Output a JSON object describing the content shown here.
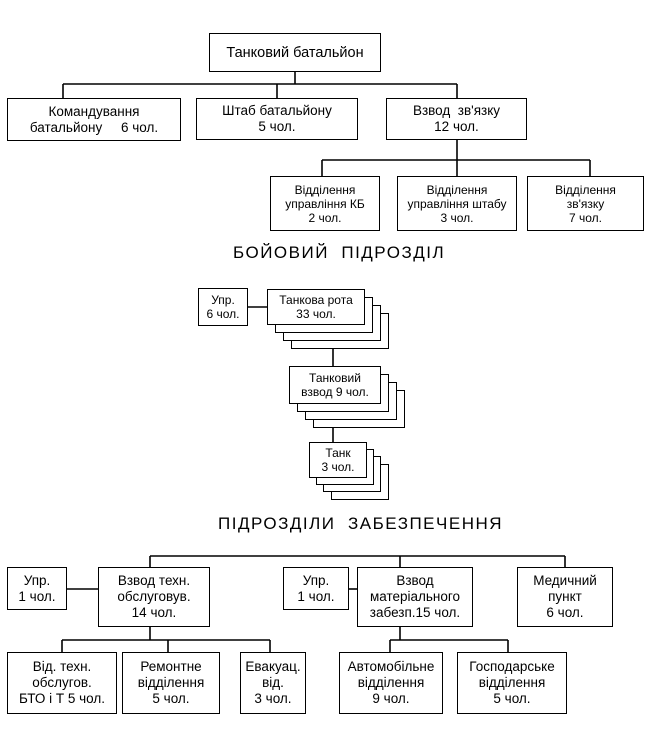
{
  "top": {
    "battalion": "Танковий батальйон",
    "command": {
      "l1": "Командування",
      "l2": "батальйону     6 чол."
    },
    "hq": {
      "l1": "Штаб батальйону",
      "l2": "5 чол."
    },
    "signal": {
      "l1": "Взвод  зв'язку",
      "l2": "12 чол."
    },
    "signal_sub": [
      {
        "l1": "Відділення",
        "l2": "управління КБ",
        "l3": "2 чол."
      },
      {
        "l1": "Відділення",
        "l2": "управління штабу",
        "l3": "3 чол."
      },
      {
        "l1": "Відділення",
        "l2": "зв'язку",
        "l3": "7 чол."
      }
    ]
  },
  "combat": {
    "heading": "БОЙОВИЙ  ПІДРОЗДІЛ",
    "mgmt": {
      "l1": "Упр.",
      "l2": "6 чол."
    },
    "company": {
      "l1": "Танкова рота",
      "l2": "33 чол."
    },
    "platoon": {
      "l1": "Танковий",
      "l2": "взвод 9 чол."
    },
    "tank": {
      "l1": "Танк",
      "l2": "3 чол."
    }
  },
  "support": {
    "heading": "ПІДРОЗДІЛИ  ЗАБЕЗПЕЧЕННЯ",
    "mgmt1": {
      "l1": "Упр.",
      "l2": "1 чол."
    },
    "maint": {
      "l1": "Взвод техн.",
      "l2": "обслуговув.",
      "l3": "14 чол."
    },
    "mgmt2": {
      "l1": "Упр.",
      "l2": "1 чол."
    },
    "supply": {
      "l1": "Взвод",
      "l2": "матеріального",
      "l3": "забезп.15 чол."
    },
    "medical": {
      "l1": "Медичний",
      "l2": "пункт",
      "l3": "6 чол."
    },
    "maint_sub": [
      {
        "l1": "Від. техн.",
        "l2": "обслугов.",
        "l3": "БТО і Т 5 чол."
      },
      {
        "l1": "Ремонтне",
        "l2": "відділення",
        "l3": "5 чол."
      },
      {
        "l1": "Евакуац.",
        "l2": "від.",
        "l3": "3 чол."
      }
    ],
    "supply_sub": [
      {
        "l1": "Автомобільне",
        "l2": "відділення",
        "l3": "9 чол."
      },
      {
        "l1": "Господарське",
        "l2": "відділення",
        "l3": "5 чол."
      }
    ]
  }
}
